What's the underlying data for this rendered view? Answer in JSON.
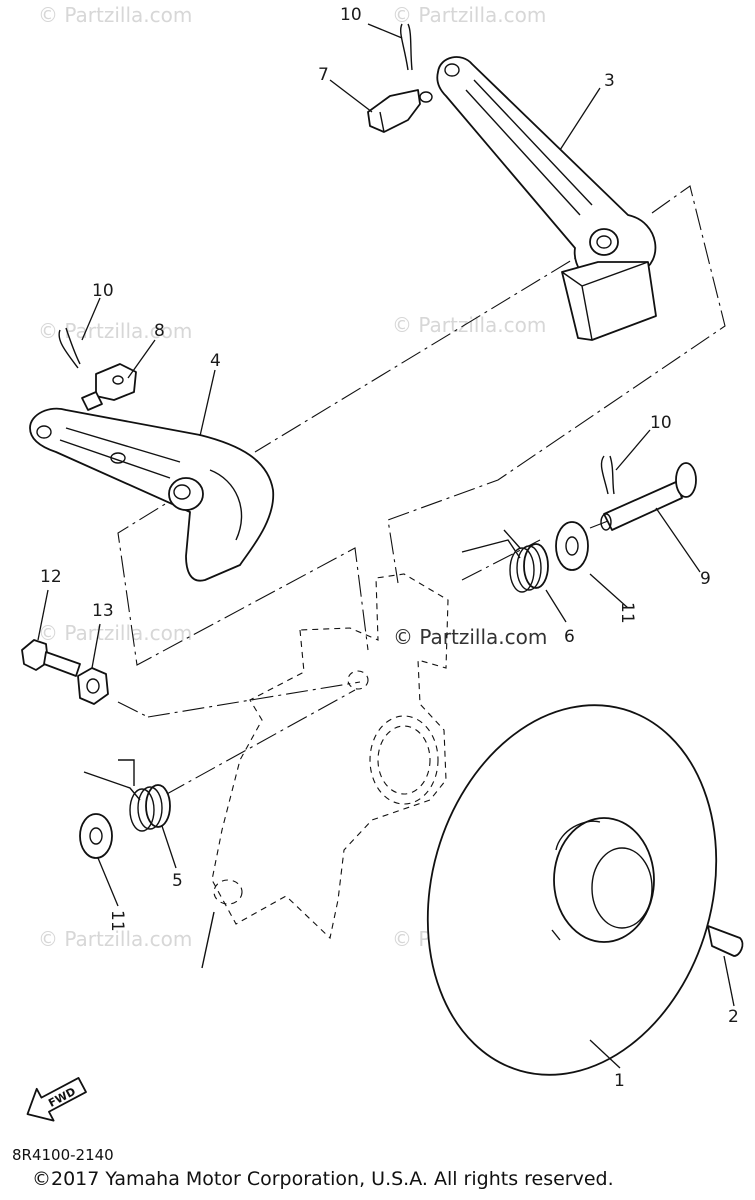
{
  "watermark": "© Partzilla.com",
  "diagram_code": "8R4100-2140",
  "copyright": "©2017  Yamaha Motor Corporation, U.S.A. All rights reserved.",
  "fwd_label": "FWD",
  "callouts": {
    "c1": "1",
    "c2": "2",
    "c3": "3",
    "c4": "4",
    "c5": "5",
    "c6": "6",
    "c7": "7",
    "c8": "8",
    "c9": "9",
    "c10a": "10",
    "c10b": "10",
    "c10c": "10",
    "c11a": "11",
    "c11b": "11",
    "c12": "12",
    "c13": "13"
  }
}
